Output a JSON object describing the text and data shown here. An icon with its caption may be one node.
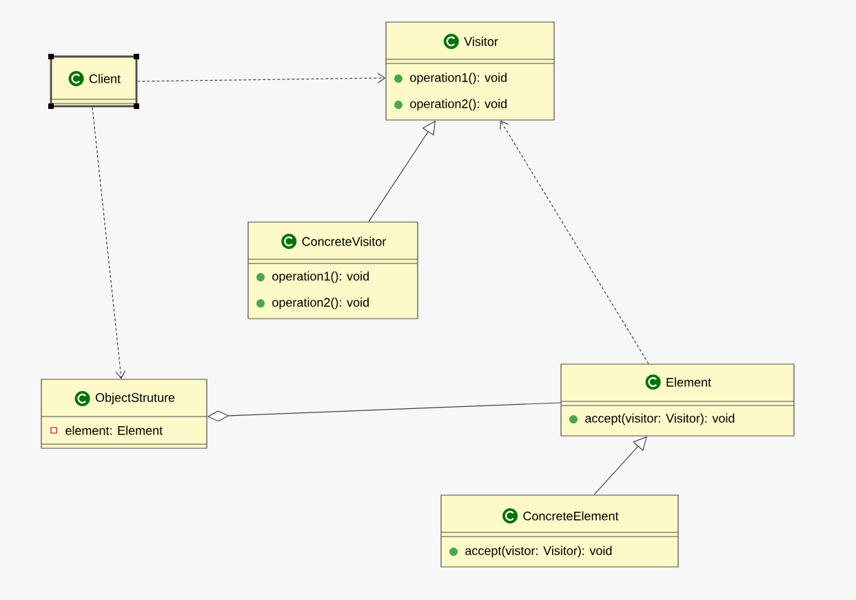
{
  "diagram": {
    "nodes": [
      {
        "text": [
          "Visitor",
          "operation1(): void",
          "operation2(): void"
        ]
      },
      {
        "text": [
          "Client"
        ]
      },
      {
        "text": [
          "ConcreteVisitor",
          "operation1(): void",
          "operation2(): void"
        ]
      },
      {
        "text": [
          "ObjectStruture",
          "element: Element"
        ]
      },
      {
        "text": [
          "Element",
          "accept(visitor: Visitor): void"
        ]
      },
      {
        "text": [
          "ConcreteElement",
          "accept(vistor: Visitor): void"
        ]
      }
    ],
    "edges": [
      {
        "from": 1,
        "to": 0,
        "arrow": "to",
        "style": "dashed"
      },
      {
        "from": 1,
        "to": 3,
        "arrow": "to",
        "style": "dashed"
      },
      {
        "from": 2,
        "to": 0,
        "arrow": "to"
      },
      {
        "from": 4,
        "to": 0,
        "arrow": "to",
        "style": "dashed"
      },
      {
        "from": 3,
        "to": 4,
        "arrow": "other"
      },
      {
        "from": 5,
        "to": 4,
        "arrow": "to"
      }
    ]
  }
}
